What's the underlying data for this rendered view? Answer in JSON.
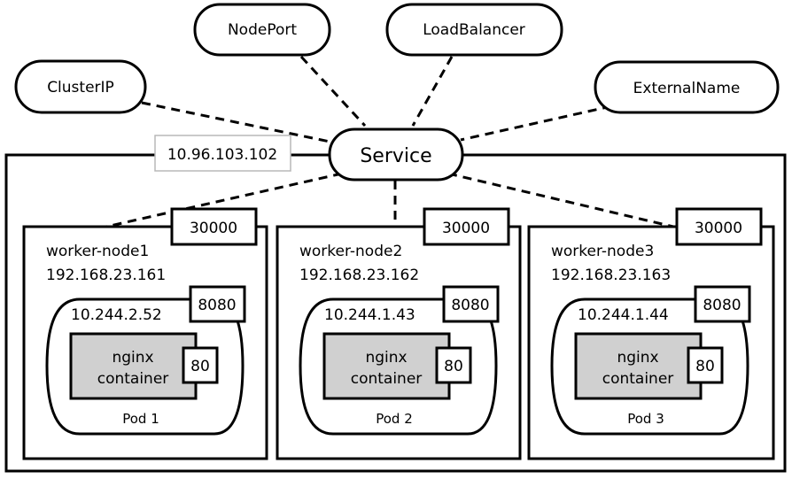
{
  "service": {
    "label": "Service",
    "cluster_ip": "10.96.103.102"
  },
  "service_types": [
    {
      "label": "ClusterIP"
    },
    {
      "label": "NodePort"
    },
    {
      "label": "LoadBalancer"
    },
    {
      "label": "ExternalName"
    }
  ],
  "nodes": [
    {
      "name": "worker-node1",
      "ip": "192.168.23.161",
      "node_port": "30000",
      "pod": {
        "ip": "10.244.2.52",
        "port": "8080",
        "label": "Pod 1",
        "container": {
          "line1": "nginx",
          "line2": "container",
          "port": "80"
        }
      }
    },
    {
      "name": "worker-node2",
      "ip": "192.168.23.162",
      "node_port": "30000",
      "pod": {
        "ip": "10.244.1.43",
        "port": "8080",
        "label": "Pod 2",
        "container": {
          "line1": "nginx",
          "line2": "container",
          "port": "80"
        }
      }
    },
    {
      "name": "worker-node3",
      "ip": "192.168.23.163",
      "node_port": "30000",
      "pod": {
        "ip": "10.244.1.44",
        "port": "8080",
        "label": "Pod 3",
        "container": {
          "line1": "nginx",
          "line2": "container",
          "port": "80"
        }
      }
    }
  ],
  "colors": {
    "container_fill": "#d0d0d0",
    "stroke": "#000000",
    "background": "#ffffff"
  }
}
